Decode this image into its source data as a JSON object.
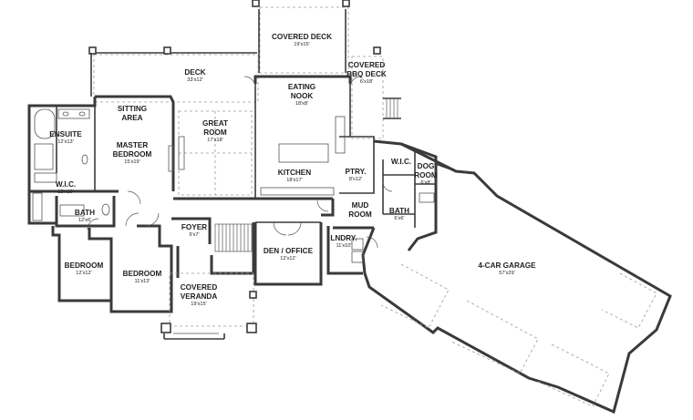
{
  "rooms": {
    "covered_deck": {
      "name": "COVERED DECK",
      "dim": "19'x15'"
    },
    "deck": {
      "name": "DECK",
      "dim": "33'x12'"
    },
    "covered_bbq_deck": {
      "name1": "COVERED",
      "name2": "BBQ DECK",
      "dim": "6'x18'"
    },
    "eating_nook": {
      "name1": "EATING",
      "name2": "NOOK",
      "dim": "18'x8'"
    },
    "sitting_area": {
      "name1": "SITTING",
      "name2": "AREA"
    },
    "great_room": {
      "name1": "GREAT",
      "name2": "ROOM",
      "dim": "17'x18'"
    },
    "ensuite": {
      "name": "ENSUITE",
      "dim": "12'x13'"
    },
    "master_bedroom": {
      "name1": "MASTER",
      "name2": "BEDROOM",
      "dim": "15'x19'"
    },
    "kitchen": {
      "name": "KITCHEN",
      "dim": "18'x17'"
    },
    "pantry": {
      "name": "PTRY.",
      "dim": "8'x12'"
    },
    "wic_1": {
      "name": "W.I.C.",
      "dim": "12'x10'"
    },
    "wic_2": {
      "name": "W.I.C."
    },
    "dog_room": {
      "name1": "DOG",
      "name2": "ROOM",
      "dim": "6'x8'"
    },
    "bath_1": {
      "name": "BATH",
      "dim": "12'x6'"
    },
    "bath_2": {
      "name": "BATH",
      "dim": "6'x6'"
    },
    "mud_room": {
      "name1": "MUD",
      "name2": "ROOM"
    },
    "foyer": {
      "name": "FOYER",
      "dim": "9'x7'"
    },
    "den_office": {
      "name": "DEN / OFFICE",
      "dim": "12'x12'"
    },
    "laundry": {
      "name": "LNDRY.",
      "dim": "11'x10'"
    },
    "garage": {
      "name": "4-CAR GARAGE",
      "dim": "57'x29'"
    },
    "bedroom_1": {
      "name": "BEDROOM",
      "dim": "12'x12'"
    },
    "bedroom_2": {
      "name": "BEDROOM",
      "dim": "11'x13'"
    },
    "covered_veranda": {
      "name1": "COVERED",
      "name2": "VERANDA",
      "dim": "19'x15'"
    }
  }
}
